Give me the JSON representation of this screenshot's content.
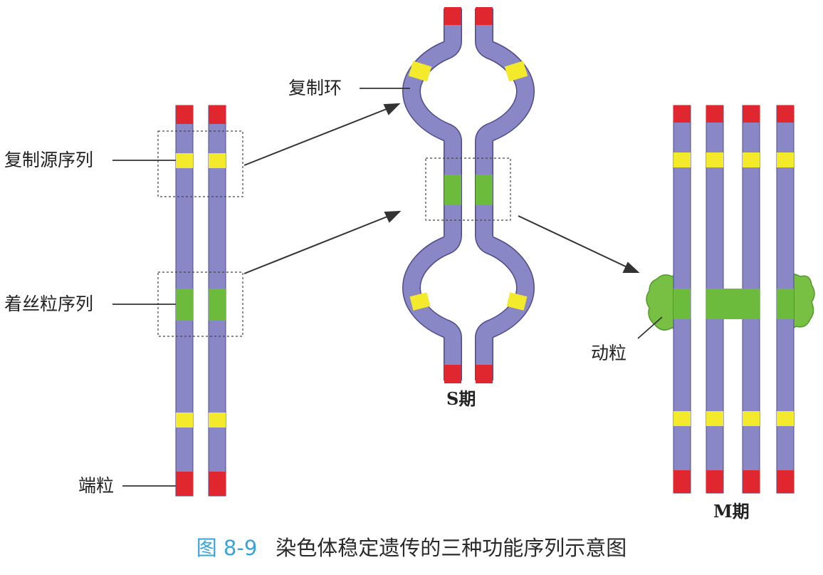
{
  "labels": {
    "origin": "复制源序列",
    "centromere": "着丝粒序列",
    "telomere": "端粒",
    "replication_bubble": "复制环",
    "s_phase": "S期",
    "m_phase": "M期",
    "kinetochore": "动粒"
  },
  "caption": {
    "number": "图 8-9",
    "text": "染色体稳定遗传的三种功能序列示意图"
  },
  "colors": {
    "chromatid": "#8a87c6",
    "chromatid_edge": "#4e4b8a",
    "telomere": "#e0262e",
    "origin": "#f3ea2c",
    "centromere": "#6cbb3c",
    "kinetochore": "#77c043",
    "kinetochore_edge": "#4f9a2b",
    "line": "#333333",
    "caption_number": "#3aa3dc"
  }
}
